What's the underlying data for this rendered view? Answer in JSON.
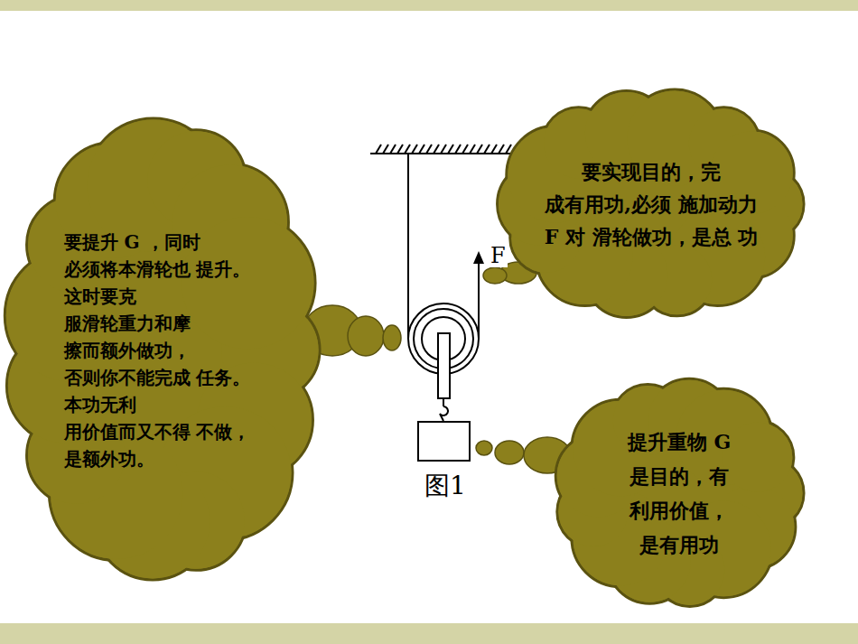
{
  "diagram": {
    "nodes": [
      {
        "text": [
          "要提升 G ，同时 必须将本滑轮也 提升。这时要克 服滑轮重力和摩 擦而额外做功， 否则你不能完成 任务。本功无利 用价值而又不得 不做，是额外功。"
        ]
      },
      {
        "text": [
          "要实现目的，完 成有用功,必须 施加动力 F 对 滑轮做功，是总 功"
        ]
      },
      {
        "text": [
          "提升重物 G 是目的，有 利用价值， 是有用功"
        ]
      }
    ],
    "labels": [
      "F",
      "图1"
    ]
  }
}
